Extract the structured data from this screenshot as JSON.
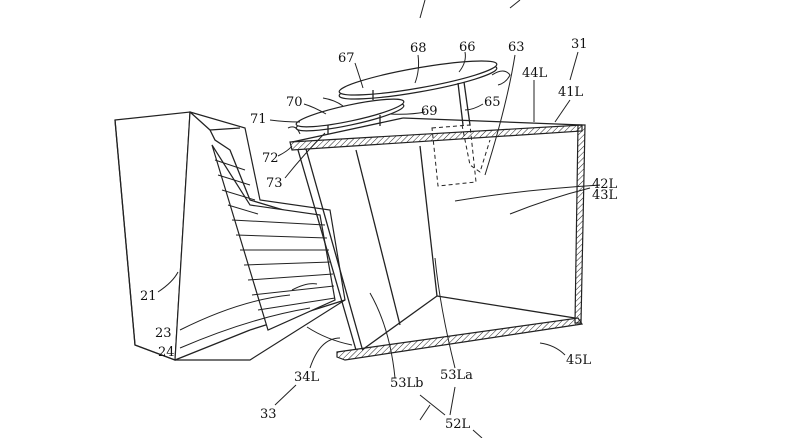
{
  "figure": {
    "labels": {
      "l67": "67",
      "l68": "68",
      "l66": "66",
      "l63": "63",
      "l31": "31",
      "l44L": "44L",
      "l41L": "41L",
      "l70": "70",
      "l65": "65",
      "l69": "69",
      "l71": "71",
      "l72": "72",
      "l73": "73",
      "l42L": "42L",
      "l43L": "43L",
      "l21": "21",
      "l23": "23",
      "l24": "24",
      "l34L": "34L",
      "l33": "33",
      "l53Lb": "53Lb",
      "l53La": "53La",
      "l45L": "45L",
      "l52L": "52L"
    }
  }
}
